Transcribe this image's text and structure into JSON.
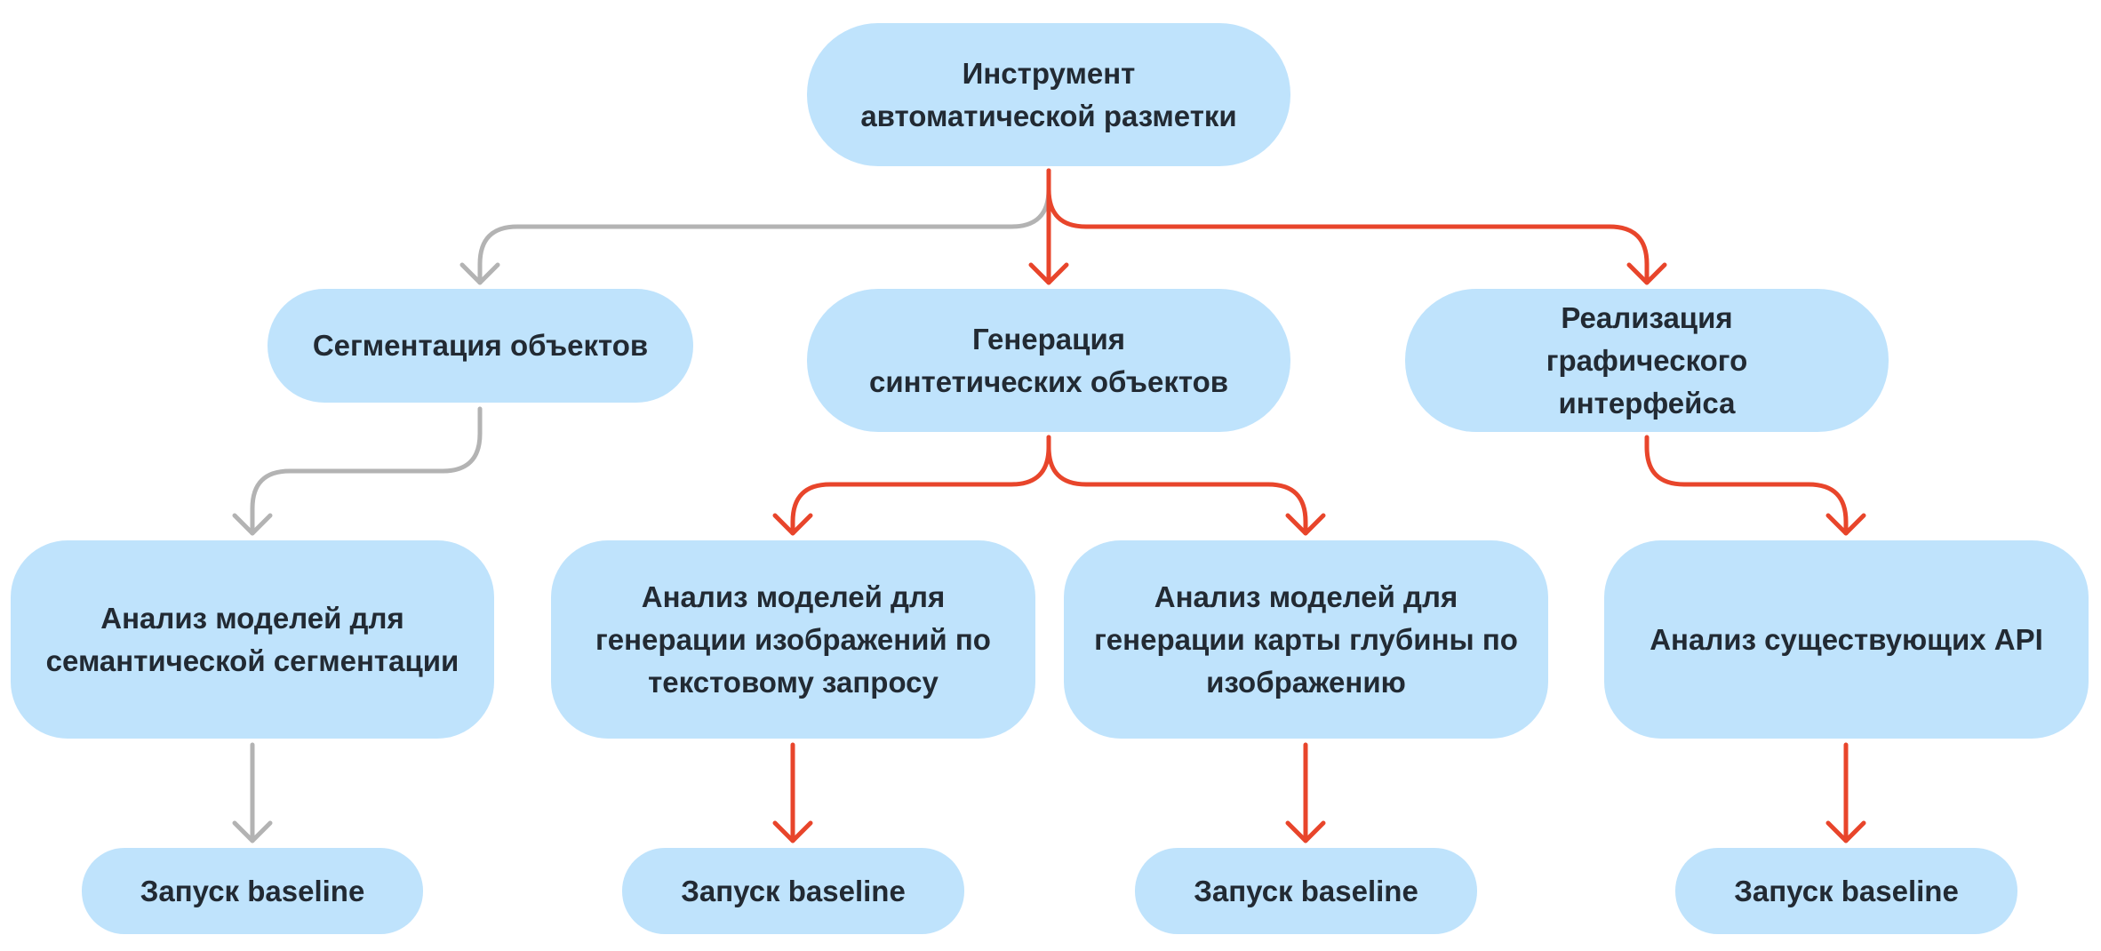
{
  "colors": {
    "node_fill": "#bfe3fc",
    "text": "#222a33",
    "active_edge": "#e8452b",
    "inactive_edge": "#b3b3b3"
  },
  "nodes": {
    "root": "Инструмент автоматической разметки",
    "segmentation": "Сегментация объектов",
    "synthetic": "Генерация синтетических объектов",
    "gui": "Реализация графического интерфейса",
    "analysis_semseg": "Анализ моделей для семантической сегментации",
    "analysis_text2img": "Анализ моделей для генерации изображений по текстовому запросу",
    "analysis_depth": "Анализ моделей для генерации карты глубины по изображению",
    "analysis_api": "Анализ существующих API",
    "baseline_1": "Запуск baseline",
    "baseline_2": "Запуск baseline",
    "baseline_3": "Запуск baseline",
    "baseline_4": "Запуск baseline"
  },
  "edges": [
    {
      "from": "root",
      "to": "segmentation",
      "state": "inactive"
    },
    {
      "from": "root",
      "to": "synthetic",
      "state": "active"
    },
    {
      "from": "root",
      "to": "gui",
      "state": "active"
    },
    {
      "from": "segmentation",
      "to": "analysis_semseg",
      "state": "inactive"
    },
    {
      "from": "synthetic",
      "to": "analysis_text2img",
      "state": "active"
    },
    {
      "from": "synthetic",
      "to": "analysis_depth",
      "state": "active"
    },
    {
      "from": "gui",
      "to": "analysis_api",
      "state": "active"
    },
    {
      "from": "analysis_semseg",
      "to": "baseline_1",
      "state": "inactive"
    },
    {
      "from": "analysis_text2img",
      "to": "baseline_2",
      "state": "active"
    },
    {
      "from": "analysis_depth",
      "to": "baseline_3",
      "state": "active"
    },
    {
      "from": "analysis_api",
      "to": "baseline_4",
      "state": "active"
    }
  ]
}
